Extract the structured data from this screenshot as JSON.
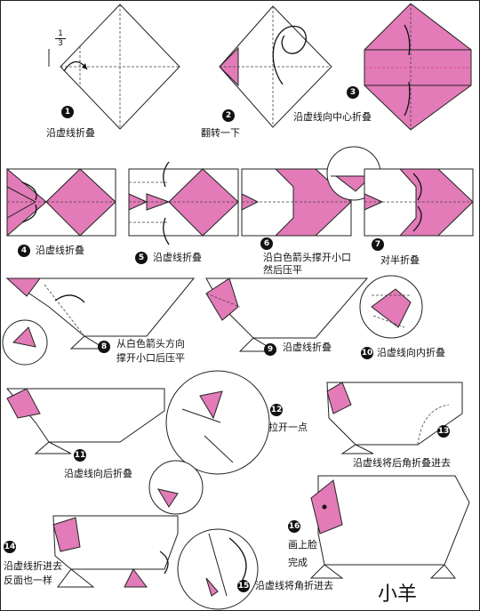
{
  "title": "小羊",
  "fraction": {
    "num": "1",
    "den": "3"
  },
  "steps": [
    {
      "n": "1",
      "label": "沿虚线折叠"
    },
    {
      "n": "2",
      "label": "翻转一下"
    },
    {
      "n": "3",
      "label": "沿虚线向中心折叠"
    },
    {
      "n": "4",
      "label": "沿虚线折叠"
    },
    {
      "n": "5",
      "label": "沿虚线折叠"
    },
    {
      "n": "6",
      "label": "沿白色箭头撑开小口",
      "label2": "然后压平"
    },
    {
      "n": "7",
      "label": "对半折叠"
    },
    {
      "n": "8",
      "label": "从白色箭头方向",
      "label2": "撑开小口后压平"
    },
    {
      "n": "9",
      "label": "沿虚线折叠"
    },
    {
      "n": "10",
      "label": "沿虚线向内折叠"
    },
    {
      "n": "11",
      "label": "沿虚线向后折叠"
    },
    {
      "n": "12",
      "label": "拉开一点"
    },
    {
      "n": "13",
      "label": "沿虚线将后角折叠进去"
    },
    {
      "n": "14",
      "label": "沿虚线折进去",
      "label2": "反面也一样"
    },
    {
      "n": "15",
      "label": "沿虚线将角折进去"
    },
    {
      "n": "16",
      "label": "画上脸",
      "label2": "完成"
    }
  ],
  "colors": {
    "paper_pink": "#e27bb7",
    "paper_white": "#ffffff",
    "line": "#222222"
  }
}
